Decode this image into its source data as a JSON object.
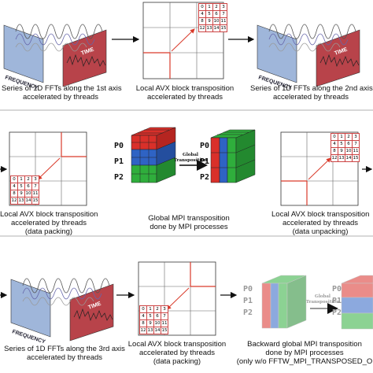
{
  "panels": {
    "fft_axis1": {
      "freq_label": "FREQUENCY",
      "time_label": "TIME",
      "caption": [
        "Series of 1D FFTs along the 1st axis",
        "accelerated by threads"
      ]
    },
    "avx_1": {
      "caption": [
        "Local AVX block transposition",
        "accelerated by threads"
      ]
    },
    "fft_axis2": {
      "freq_label": "FREQUENCY",
      "time_label": "TIME",
      "caption": [
        "Series of 1D FFTs along the 2nd axis",
        "accelerated by threads"
      ]
    },
    "avx_pack": {
      "caption": [
        "Local AVX block transposition",
        "accelerated by threads",
        "(data packing)"
      ]
    },
    "mpi_global": {
      "procs": [
        "P0",
        "P1",
        "P2"
      ],
      "arrow_label": [
        "Global",
        "Transposition"
      ],
      "caption": [
        "Global MPI transposition",
        "done by MPI processes"
      ]
    },
    "avx_unpack": {
      "caption": [
        "Local AVX block transposition",
        "accelerated by threads",
        "(data unpacking)"
      ]
    },
    "fft_axis3": {
      "freq_label": "FREQUENCY",
      "time_label": "TIME",
      "caption": [
        "Series of 1D FFTs along the 3rd axis",
        "accelerated by threads"
      ]
    },
    "avx_pack2": {
      "caption": [
        "Local AVX block transposition",
        "accelerated by threads",
        "(data packing)"
      ]
    },
    "mpi_backward": {
      "procs": [
        "P0",
        "P1",
        "P2"
      ],
      "arrow_label": [
        "Global",
        "Transposition"
      ],
      "caption": [
        "Backward global MPI transposition",
        "done by MPI processes",
        "(only w/o FFTW_MPI_TRANSPOSED_O"
      ]
    }
  },
  "matrix_cells": [
    "0",
    "1",
    "2",
    "3",
    "4",
    "5",
    "6",
    "7",
    "8",
    "9",
    "10",
    "11",
    "12",
    "13",
    "14",
    "15"
  ],
  "colors": {
    "red": "#d9302a",
    "blue": "#2f63c4",
    "green": "#2fae3c",
    "arrow_red": "#d93a2a",
    "panel_red": "#b8434a",
    "panel_blue": "#9fb6da"
  }
}
